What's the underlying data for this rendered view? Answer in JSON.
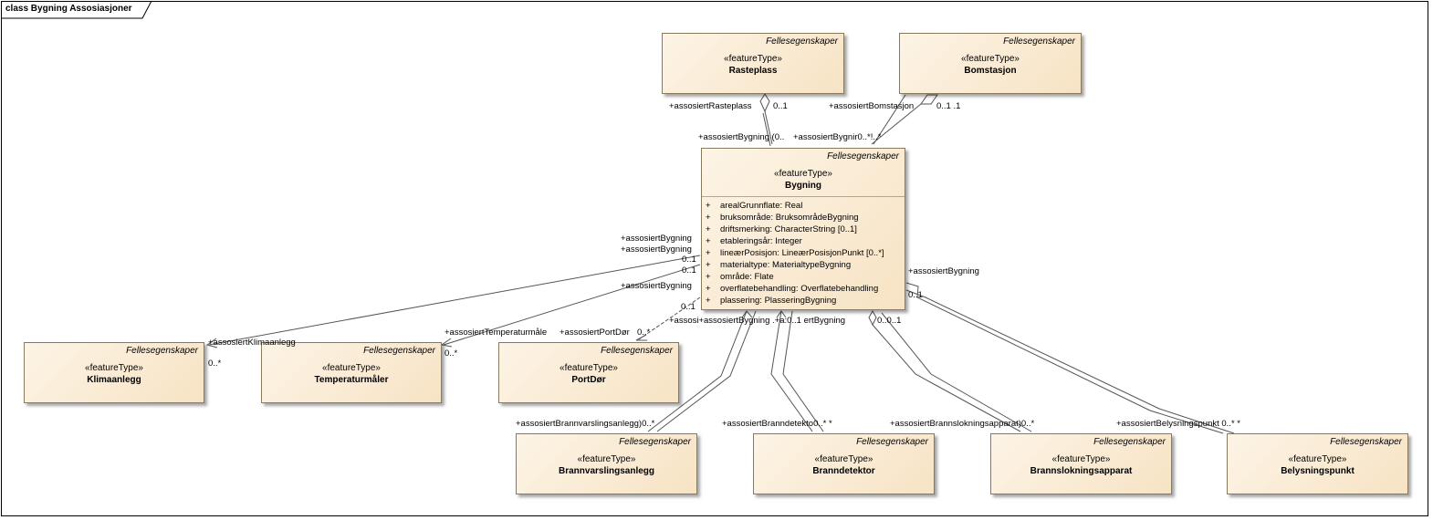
{
  "frame": {
    "title": "class Bygning Assosiasjoner"
  },
  "classes": {
    "rasteplass": {
      "tagged_value": "Fellesegenskaper",
      "stereotype": "«featureType»",
      "name": "Rasteplass"
    },
    "bomstasjon": {
      "tagged_value": "Fellesegenskaper",
      "stereotype": "«featureType»",
      "name": "Bomstasjon"
    },
    "bygning": {
      "tagged_value": "Fellesegenskaper",
      "stereotype": "«featureType»",
      "name": "Bygning",
      "attributes": [
        {
          "visibility": "+",
          "text": "arealGrunnflate: Real"
        },
        {
          "visibility": "+",
          "text": "bruksområde: BruksområdeBygning"
        },
        {
          "visibility": "+",
          "text": "driftsmerking: CharacterString [0..1]"
        },
        {
          "visibility": "+",
          "text": "etableringsår: Integer"
        },
        {
          "visibility": "+",
          "text": "lineærPosisjon: LineærPosisjonPunkt [0..*]"
        },
        {
          "visibility": "+",
          "text": "materialtype: MaterialtypeBygning"
        },
        {
          "visibility": "+",
          "text": "område: Flate"
        },
        {
          "visibility": "+",
          "text": "overflatebehandling: Overflatebehandling"
        },
        {
          "visibility": "+",
          "text": "plassering: PlasseringBygning"
        }
      ]
    },
    "klimaanlegg": {
      "tagged_value": "Fellesegenskaper",
      "stereotype": "«featureType»",
      "name": "Klimaanlegg"
    },
    "temperaturmaler": {
      "tagged_value": "Fellesegenskaper",
      "stereotype": "«featureType»",
      "name": "Temperaturmåler"
    },
    "portdor": {
      "tagged_value": "Fellesegenskaper",
      "stereotype": "«featureType»",
      "name": "PortDør"
    },
    "brannvarslingsanlegg": {
      "tagged_value": "Fellesegenskaper",
      "stereotype": "«featureType»",
      "name": "Brannvarslingsanlegg"
    },
    "branndetektor": {
      "tagged_value": "Fellesegenskaper",
      "stereotype": "«featureType»",
      "name": "Branndetektor"
    },
    "brannslokningsapparat": {
      "tagged_value": "Fellesegenskaper",
      "stereotype": "«featureType»",
      "name": "Brannslokningsapparat"
    },
    "belysningspunkt": {
      "tagged_value": "Fellesegenskaper",
      "stereotype": "«featureType»",
      "name": "Belysningspunkt"
    }
  },
  "labels": {
    "role_rasteplass": "+assosiertRasteplass",
    "mult_rasteplass": "0..1",
    "role_bomstasjon": "+assosiertBomstasjon",
    "mult_bomstasjon": "0..1 .1",
    "role_bygning_top": "+assosiertBygning (0..",
    "role_bygning_top2": "+assosiertBygnir0..*!..*",
    "role_bygning_left1": "+assosiertBygning",
    "role_bygning_left2": "+assosiertBygning",
    "mult_left1": "0..1",
    "mult_left2": "0..1",
    "role_bygning_left3": "+assosiertBygning",
    "mult_left3": "0..1",
    "role_bygning_right": "+assosiertBygning",
    "mult_right": "0..1",
    "role_bottom_row": "+assosi+assosiertBygning .+a:0..1 ertBygning",
    "mult_bottom_right": "0..0..1",
    "role_klimaanlegg": "+assosiertKlimaanlegg",
    "mult_klimaanlegg": "0..*",
    "role_temperaturmaler": "+assosiertTemperaturmåle",
    "mult_temperaturmaler": "0..*",
    "role_portdor": "+assosiertPortDør",
    "mult_portdor": "0..*",
    "role_brannvarsling": "+assosiertBrannvarslingsanlegg)0..*",
    "role_branndetektor": "+assosiertBranndetekto0..* *",
    "role_brannslokning": "+assosiertBrannslokningsapparat)0..*",
    "role_belysning": "+assosiertBelysningspunkt 0..* *"
  }
}
